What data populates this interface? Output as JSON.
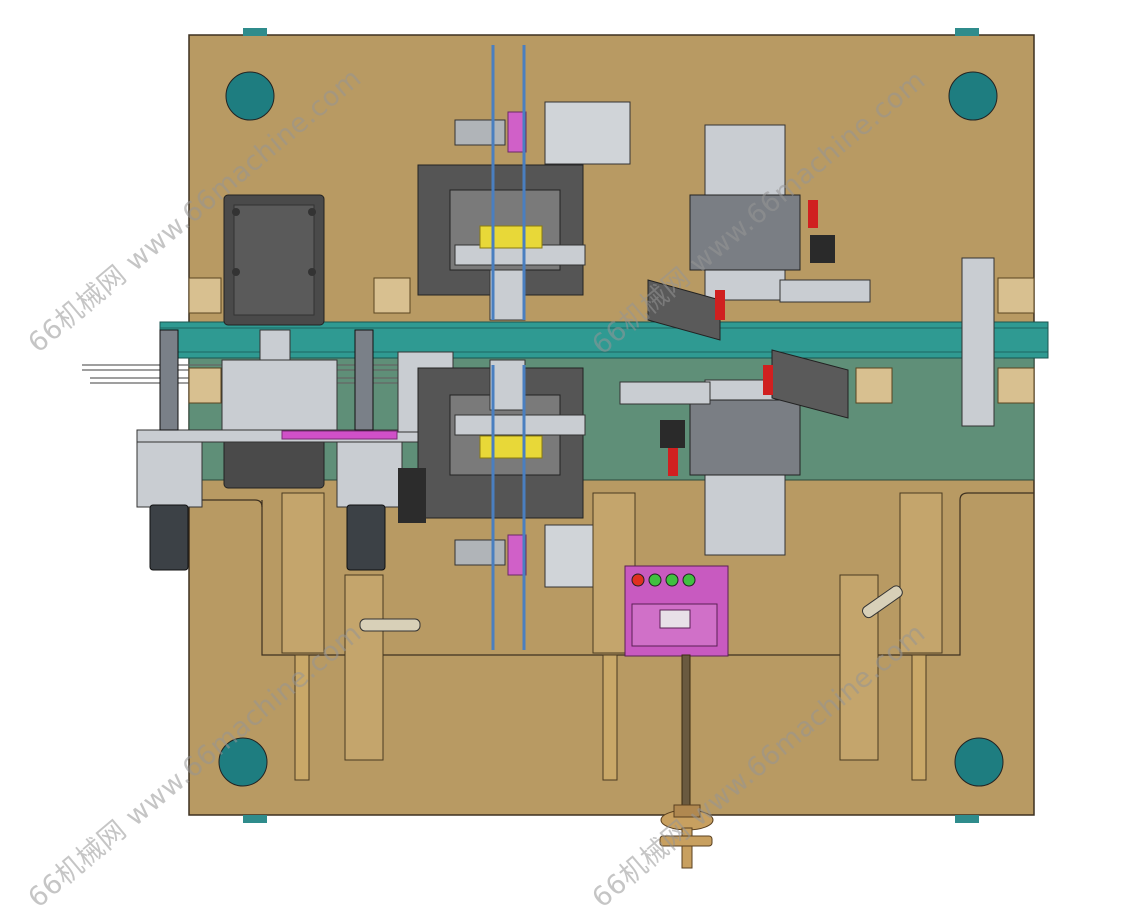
{
  "watermark": {
    "text": "66机械网 www.66machine.com",
    "color": "#9a9a9a"
  },
  "colors": {
    "plate": "#b89a63",
    "plate_edge": "#4a3a20",
    "teal": "#2f8c8c",
    "teal_dark": "#1f6f6f",
    "rail": "#3fa8a0",
    "green_panel": "#5f8f78",
    "grey_part": "#c8cdd2",
    "dark_block": "#4a4a4a",
    "magenta": "#d050c8",
    "yellow": "#e8d838",
    "red": "#d02020",
    "blue_rod": "#4a7fc0",
    "brass": "#c8a060"
  },
  "indicators": [
    {
      "name": "red",
      "color": "#e03020"
    },
    {
      "name": "green-1",
      "color": "#40c040"
    },
    {
      "name": "green-2",
      "color": "#40c040"
    },
    {
      "name": "green-3",
      "color": "#40c040"
    }
  ]
}
